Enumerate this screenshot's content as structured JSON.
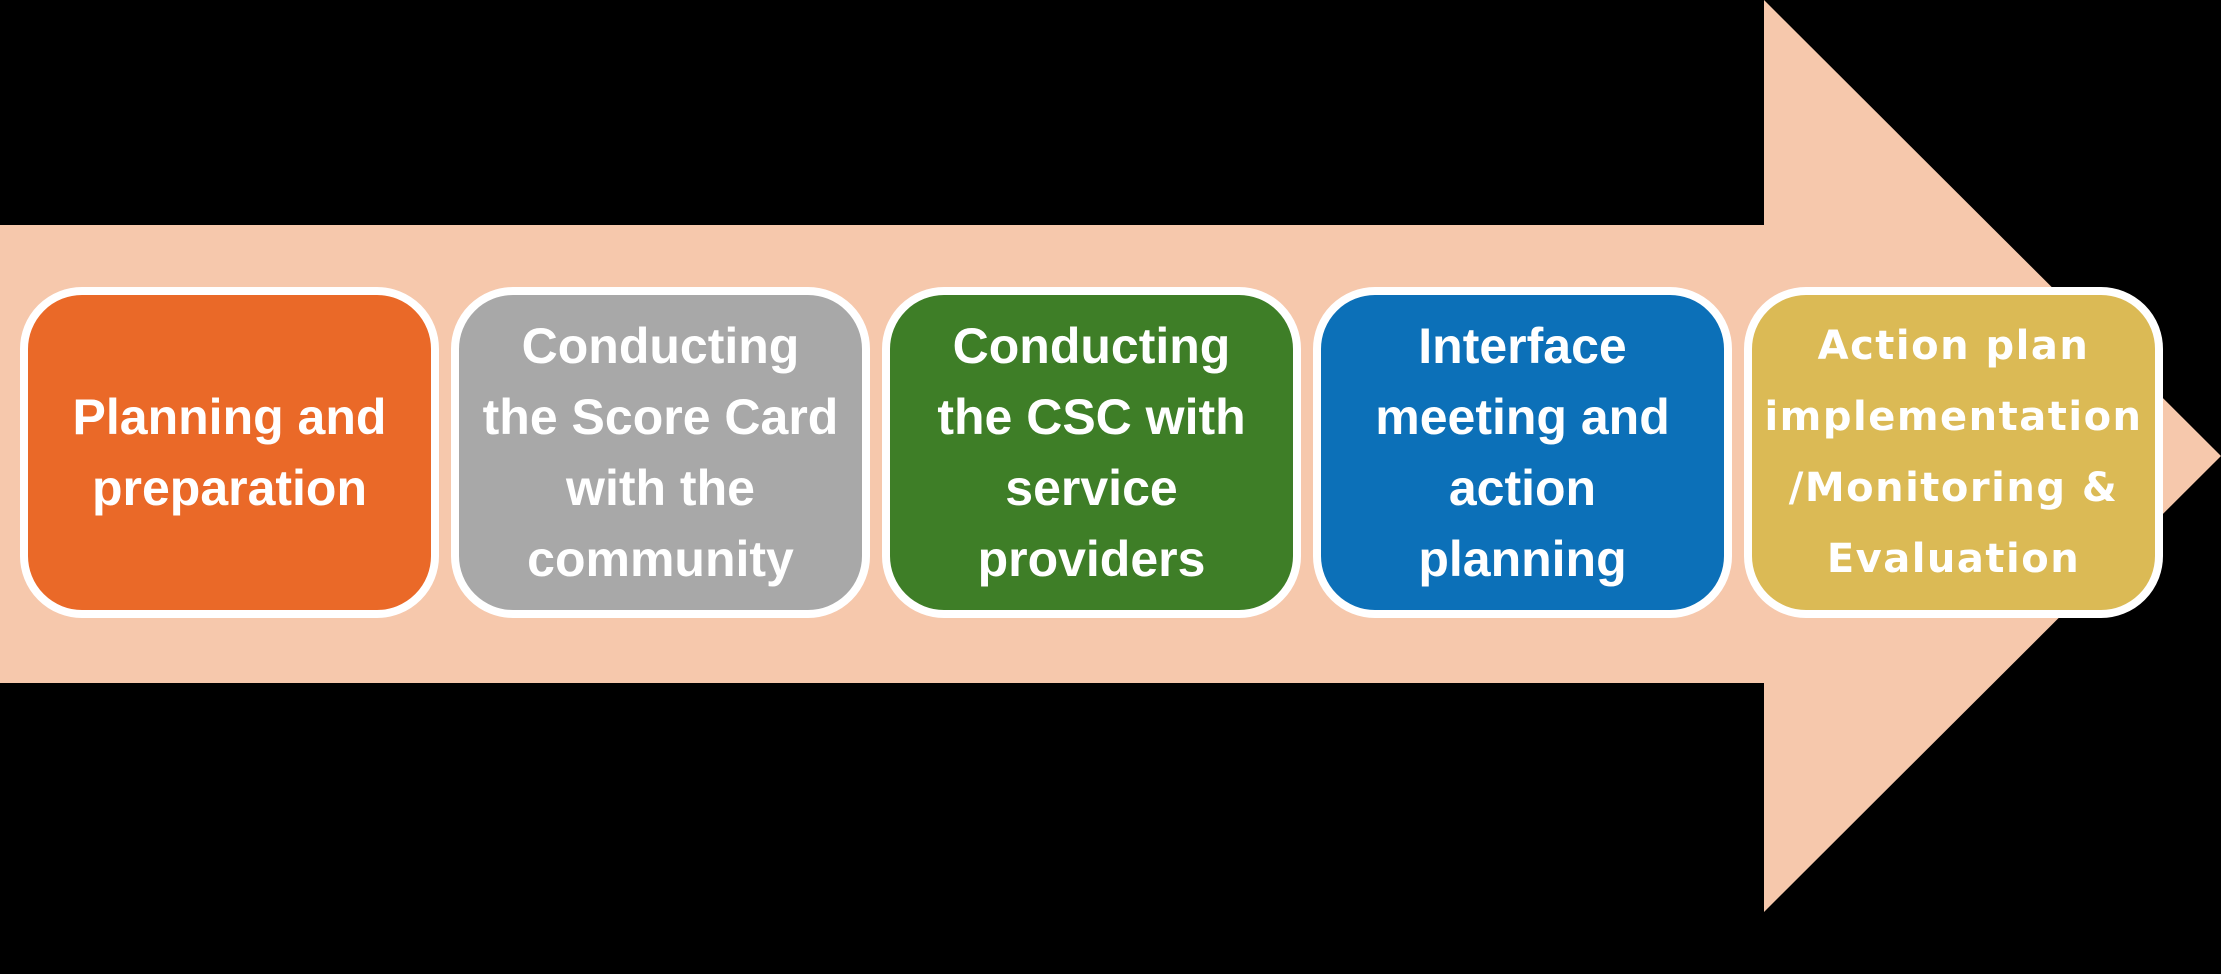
{
  "diagram": {
    "type": "process-flow-arrow",
    "background_color": "#000000",
    "arrow": {
      "color": "#F6C8AC",
      "direction": "right"
    },
    "border_color": "#FFFFFF",
    "text_color": "#FFFFFF"
  },
  "steps": [
    {
      "label": "Planning and\npreparation",
      "full_text": "Planning and preparation",
      "color": "#EA6928"
    },
    {
      "label": "Conducting\nthe Score Card\nwith the\ncommunity",
      "full_text": "Conducting the Score Card with the community",
      "color": "#A8A8A8"
    },
    {
      "label": "Conducting\nthe CSC with\nservice\nproviders",
      "full_text": "Conducting the CSC with service providers",
      "color": "#3E7E27"
    },
    {
      "label": "Interface\nmeeting and\naction\nplanning",
      "full_text": "Interface meeting and action planning",
      "color": "#0C70B8"
    },
    {
      "label": "Action plan\nimplementation\n/Monitoring &\nEvaluation",
      "full_text": "Action plan implementation /Monitoring & Evaluation",
      "color": "#DBBA55"
    }
  ]
}
